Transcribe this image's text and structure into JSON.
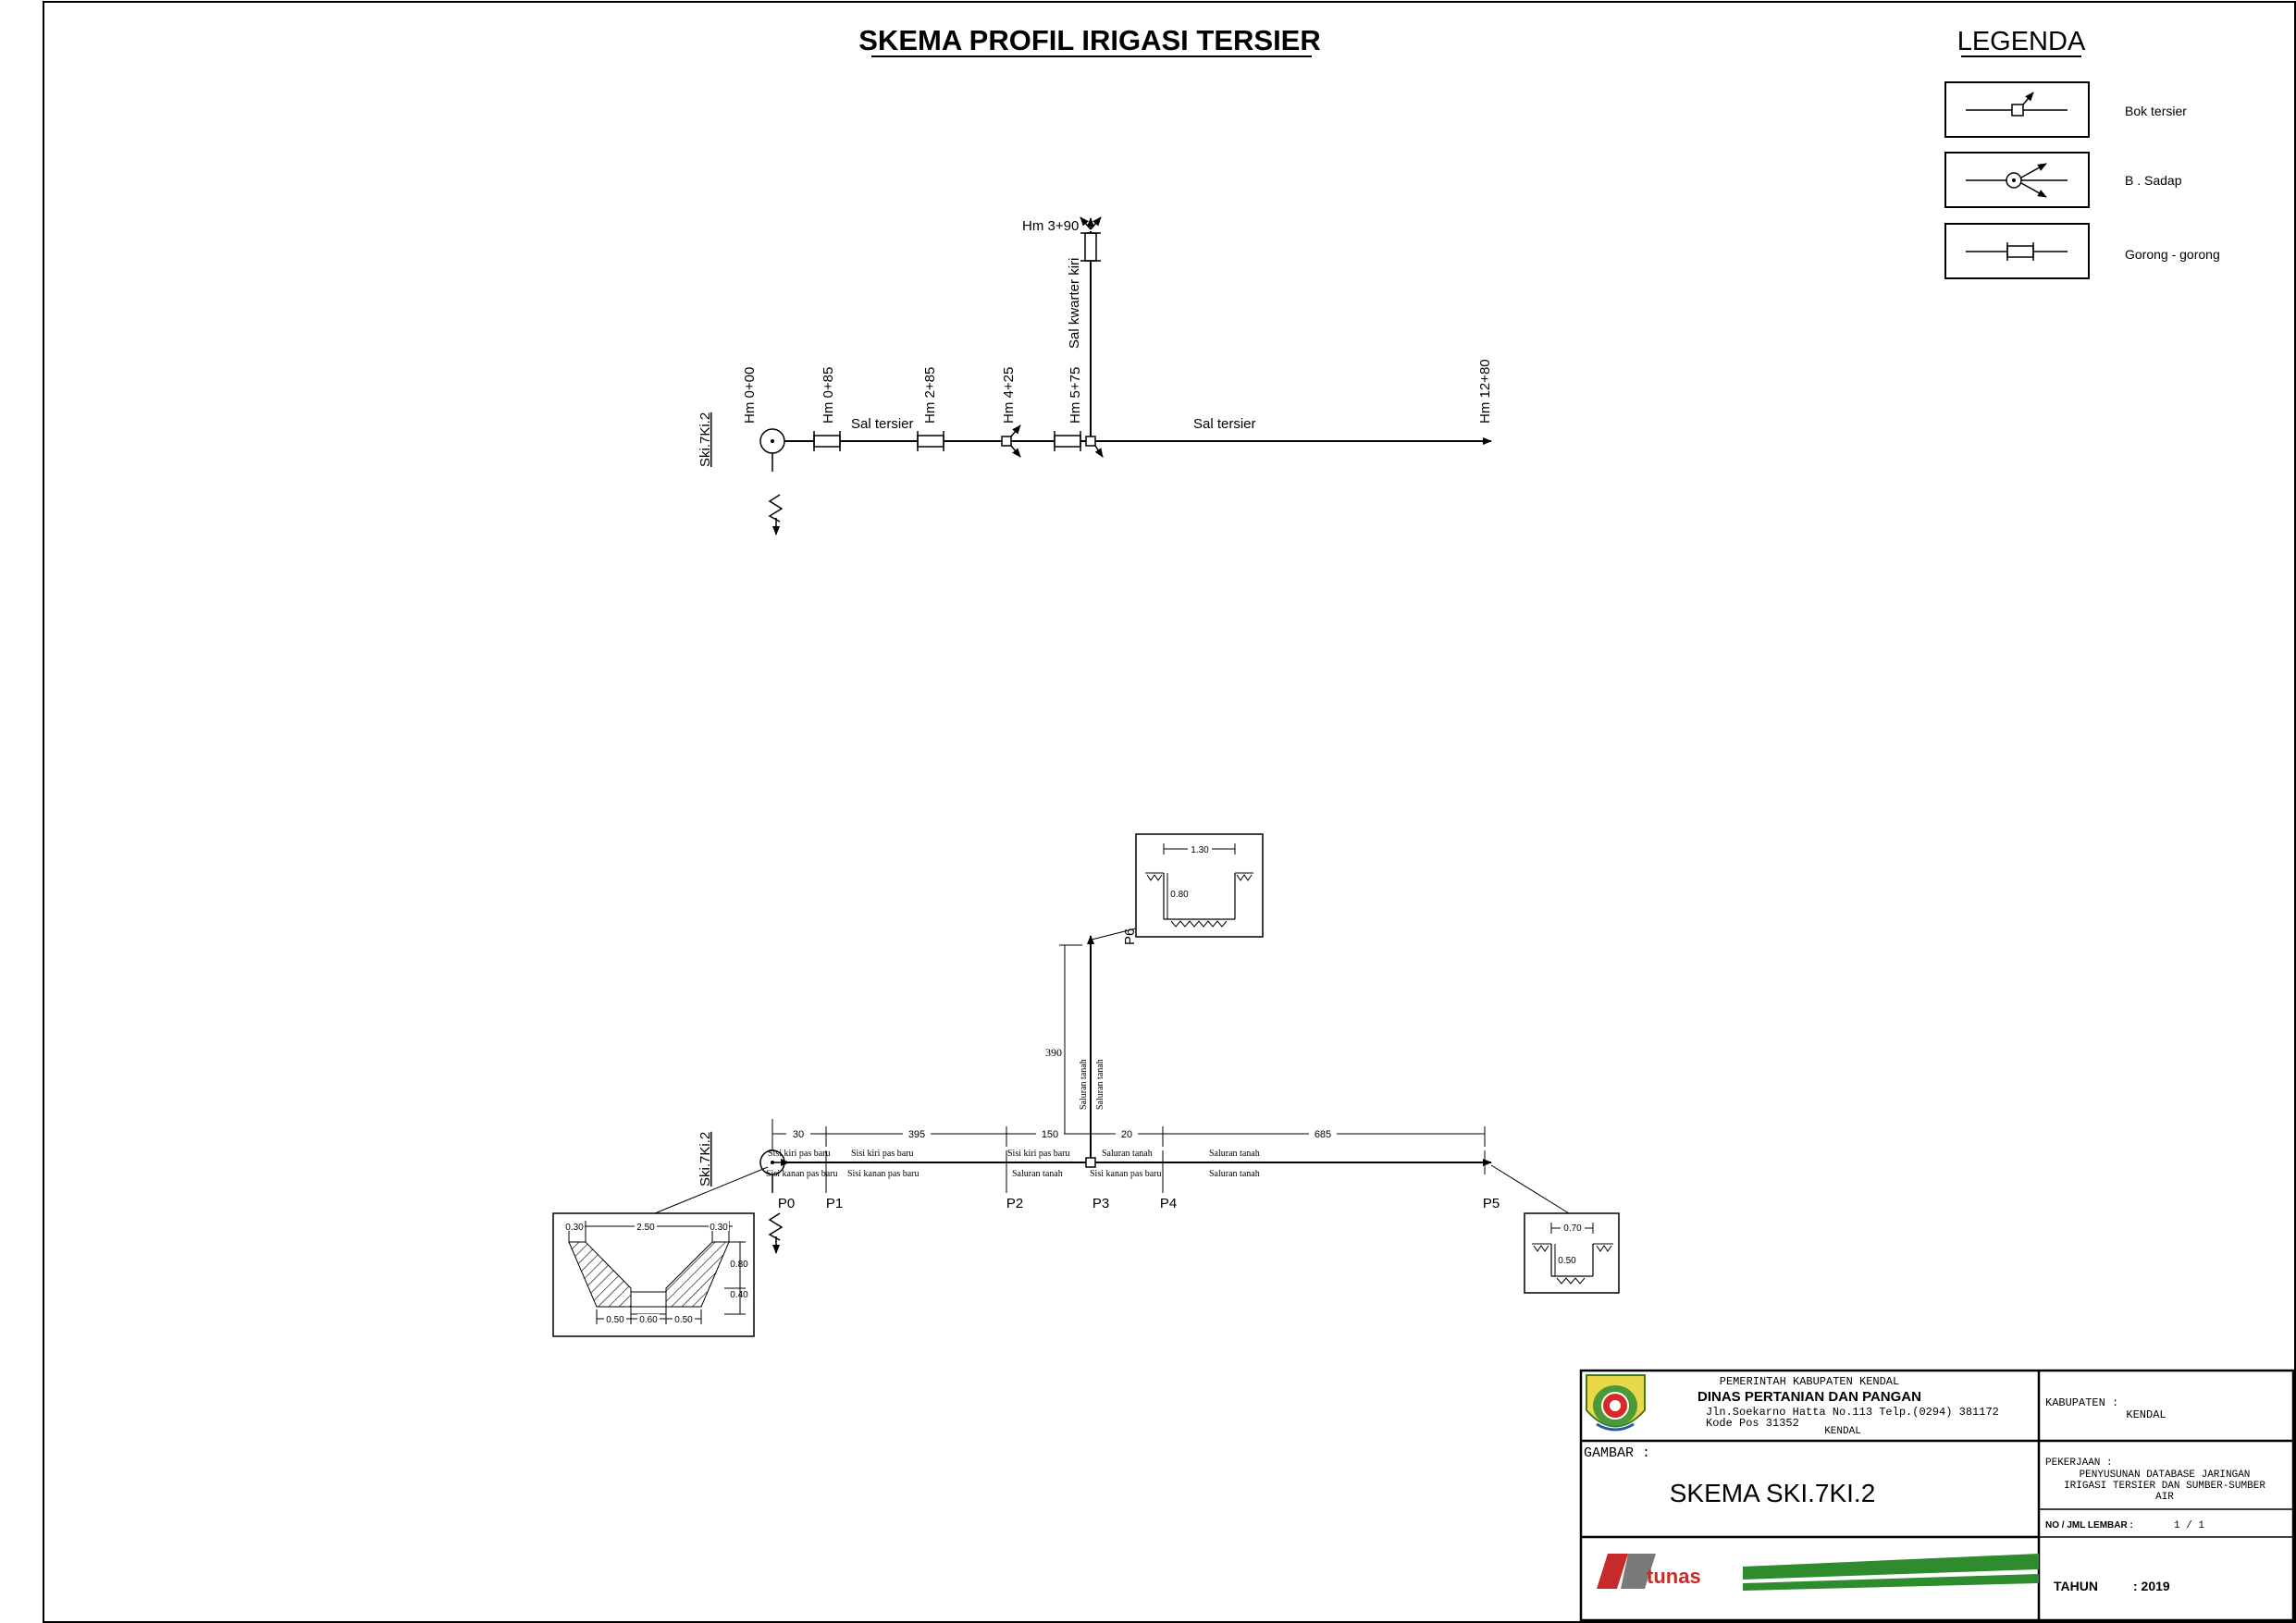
{
  "title": "SKEMA PROFIL IRIGASI TERSIER",
  "legend": {
    "title": "LEGENDA",
    "items": [
      {
        "symbol": "bok-tersier-symbol",
        "label": "Bok tersier"
      },
      {
        "symbol": "bangunan-sadap-symbol",
        "label": "B . Sadap"
      },
      {
        "symbol": "gorong-gorong-symbol",
        "label": "Gorong - gorong"
      }
    ]
  },
  "scheme": {
    "source_label": "Ski.7Ki.2",
    "stations": [
      "Hm 0+00",
      "Hm 0+85",
      "Hm 2+85",
      "Hm 4+25",
      "Hm 5+75",
      "Hm 12+80"
    ],
    "branch_station": "Hm 3+90",
    "branch_channel": "Sal kwarter kiri",
    "channel_left": "Sal tersier",
    "channel_right": "Sal tersier"
  },
  "profile": {
    "source_label": "Ski.7Ki.2",
    "points": [
      "P0",
      "P1",
      "P2",
      "P3",
      "P4",
      "P5",
      "P6"
    ],
    "distances": [
      "30",
      "395",
      "150",
      "20",
      "685"
    ],
    "branch_distance": "390",
    "segments": {
      "s1_top": "Sisi kiri pas baru",
      "s1_bot": "Sisi kanan pas baru",
      "s2_top": "Sisi kiri pas baru",
      "s2_bot": "Sisi kanan pas baru",
      "s3_top": "Sisi kiri pas baru",
      "s3_bot": "Saluran tanah",
      "s4_top": "Saluran tanah",
      "s4_bot": "Sisi kanan pas baru",
      "s5_top": "Saluran tanah",
      "s5_bot": "Saluran tanah",
      "branch_a": "Saluran tanah",
      "branch_b": "Saluran tanah"
    },
    "section_trapezoid": {
      "top_left": "0.30",
      "top_mid": "2.50",
      "top_right": "0.30",
      "h_upper": "0.80",
      "h_lower": "0.40",
      "b_left": "0.50",
      "b_mid": "0.60",
      "b_right": "0.50"
    },
    "section_p6": {
      "width": "1.30",
      "depth": "0.80"
    },
    "section_p5": {
      "width": "0.70",
      "depth": "0.50"
    }
  },
  "title_block": {
    "org1": "PEMERINTAH KABUPATEN KENDAL",
    "org2": "DINAS PERTANIAN DAN PANGAN",
    "address": "Jln.Soekarno Hatta No.113 Telp.(0294) 381172",
    "postal": "Kode Pos 31352",
    "city": "KENDAL",
    "kabupaten_label": "KABUPATEN :",
    "kabupaten_value": "KENDAL",
    "gambar_label": "GAMBAR :",
    "gambar_value": "SKEMA SKI.7KI.2",
    "pekerjaan_label": "PEKERJAAN :",
    "pekerjaan_value_1": "PENYUSUNAN DATABASE JARINGAN",
    "pekerjaan_value_2": "IRIGASI TERSIER DAN SUMBER-SUMBER",
    "pekerjaan_value_3": "AIR",
    "lembar_label": "NO / JML LEMBAR :",
    "lembar_value": "1 / 1",
    "tahun_label": "TAHUN",
    "tahun_value": ": 2019",
    "consultant": "tunas"
  }
}
